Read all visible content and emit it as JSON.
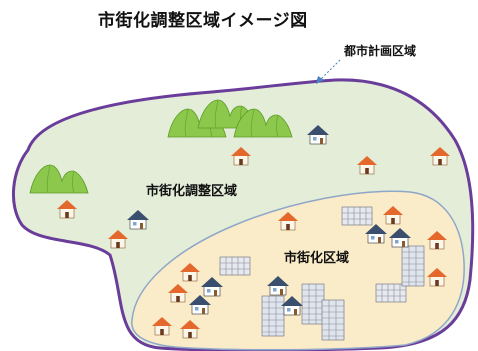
{
  "title": "市街化調整区域イメージ図",
  "labels": {
    "city_planning_area": "都市計画区域",
    "urbanization_control_area": "市街化調整区域",
    "urbanization_area": "市街化区域"
  },
  "colors": {
    "boundary": "#6a3d9a",
    "outer_fill": "#e3edd8",
    "inner_fill": "#fbecc9",
    "mountain": "#8cc84b",
    "roof": "#e4682c",
    "arrow": "#4a7fc1"
  }
}
